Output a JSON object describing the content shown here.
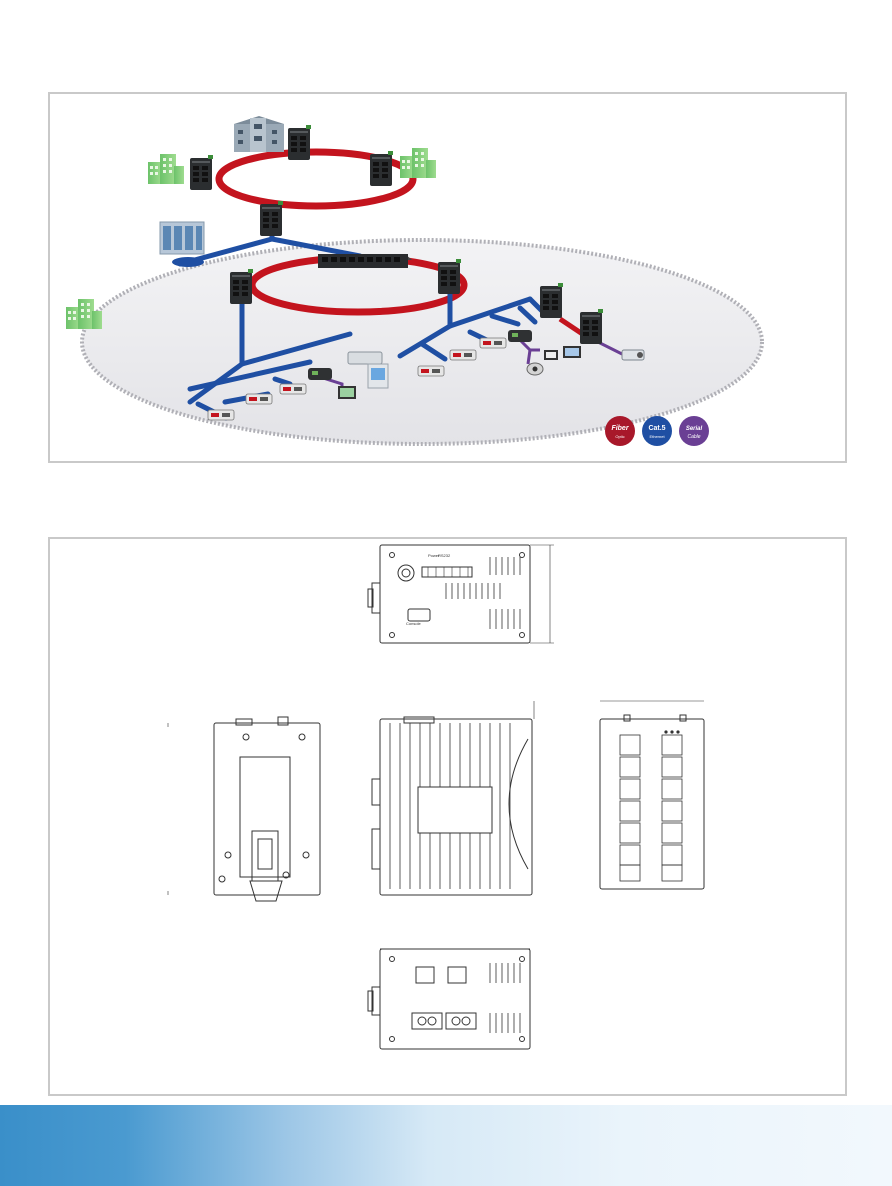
{
  "legend": {
    "fiber": {
      "line1": "Fiber",
      "line2": "Optic"
    },
    "cat5": {
      "line1": "Cat.5",
      "line2": "Ethernet"
    },
    "serial": {
      "line1": "Serial",
      "line2": "Cable"
    }
  },
  "labels": {
    "power": "Power",
    "rs232": "RS232",
    "console": "Console"
  },
  "colors": {
    "fiber_ring": "#c3141e",
    "ethernet": "#1f4fa3",
    "serial": "#6a3f94",
    "legend_fiber": "#a8182a",
    "legend_cat5": "#1f4fa3",
    "legend_serial": "#6a3f94",
    "cloud_fill": "#ececef",
    "cloud_border": "#b0b0b6",
    "band_start": "#3a8fc9",
    "band_end": "#f2f8fd"
  },
  "icons": [
    "building-icon",
    "managed-switch-icon",
    "ethernet-switch-icon",
    "media-converter-icon",
    "server-rack-icon",
    "device-server-icon",
    "ip-camera-icon",
    "monitor-icon",
    "pc-icon"
  ]
}
